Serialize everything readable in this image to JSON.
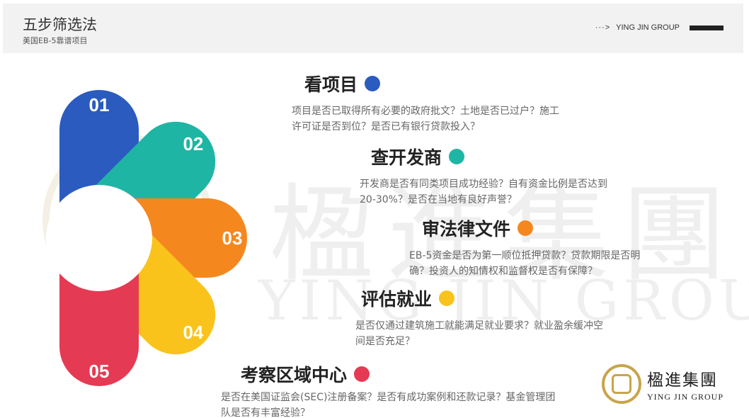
{
  "header": {
    "title": "五步筛选法",
    "subtitle": "美国EB-5靠谱项目",
    "brand_arrow": "···>",
    "brand_name": "YING JIN GROUP"
  },
  "watermark": {
    "cn": "楹進集團",
    "en": "YING JIN GROUP"
  },
  "petals": [
    {
      "num": "01",
      "color": "#2b5bbf"
    },
    {
      "num": "02",
      "color": "#1fb5a5"
    },
    {
      "num": "03",
      "color": "#f5871f"
    },
    {
      "num": "04",
      "color": "#f9c31b"
    },
    {
      "num": "05",
      "color": "#e53a54"
    }
  ],
  "items": [
    {
      "name": "看项目",
      "color": "#2b5bbf",
      "desc1": "项目是否已取得所有必要的政府批文？土地是否已过户？施工",
      "desc2": "许可证是否到位？是否已有银行贷款投入？"
    },
    {
      "name": "查开发商",
      "color": "#1fb5a5",
      "desc1": "开发商是否有同类项目成功经验？自有资金比例是否达到",
      "desc2": "20-30%？是否在当地有良好声誉？"
    },
    {
      "name": "审法律文件",
      "color": "#f5871f",
      "desc1": "EB-5资金是否为第一顺位抵押贷款？贷款期限是否明",
      "desc2": "确？投资人的知情权和监督权是否有保障？"
    },
    {
      "name": "评估就业",
      "color": "#f9c31b",
      "desc1": "是否仅通过建筑施工就能满足就业要求？就业盈余缓冲空",
      "desc2": "间是否充足？"
    },
    {
      "name": "考察区域中心",
      "color": "#e53a54",
      "desc1": "是否在美国证监会(SEC)注册备案？是否有成功案例和还款记录？基金管理团",
      "desc2": "队是否有丰富经验？"
    }
  ],
  "logo": {
    "cn": "楹進集團",
    "en": "YING JIN GROUP"
  }
}
